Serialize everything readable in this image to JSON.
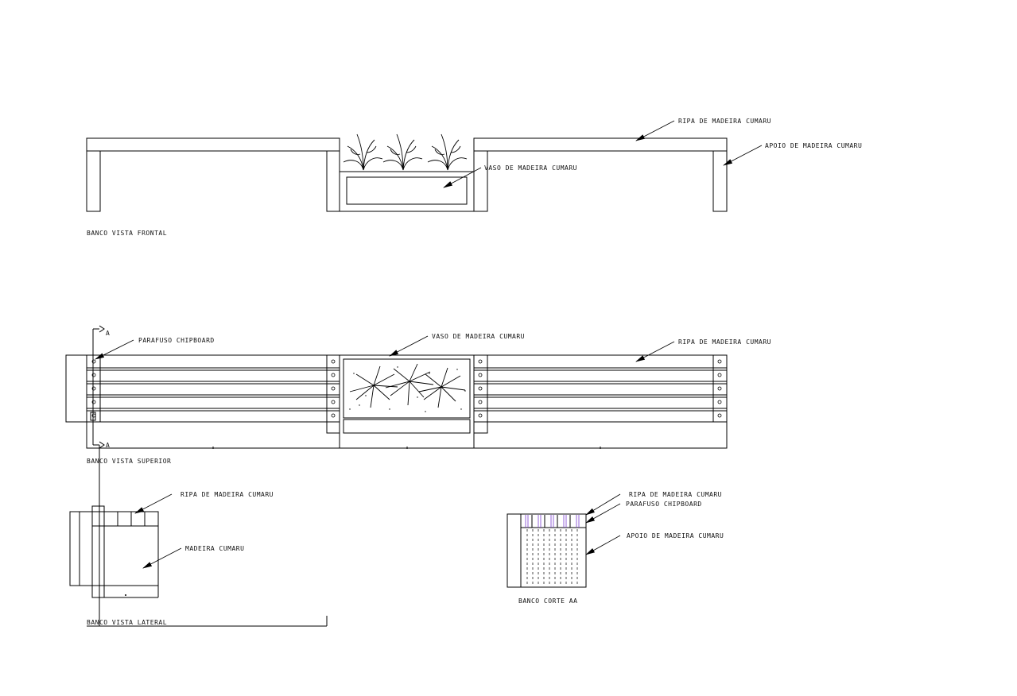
{
  "views": {
    "front": {
      "title": "BANCO VISTA FRONTAL"
    },
    "top": {
      "title": "BANCO VISTA SUPERIOR"
    },
    "side": {
      "title": "BANCO VISTA LATERAL"
    },
    "section": {
      "title": "BANCO CORTE AA"
    }
  },
  "labels": {
    "front_ripa": "RIPA DE MADEIRA CUMARU",
    "front_apoio": "APOIO DE MADEIRA CUMARU",
    "front_vaso": "VASO DE MADEIRA CUMARU",
    "top_parafuso": "PARAFUSO CHIPBOARD",
    "top_vaso": "VASO DE MADEIRA CUMARU",
    "top_ripa": "RIPA DE MADEIRA CUMARU",
    "side_ripa": "RIPA DE MADEIRA CUMARU",
    "side_madeira": "MADEIRA CUMARU",
    "section_ripa": "RIPA DE MADEIRA CUMARU",
    "section_parafuso": "PARAFUSO CHIPBOARD",
    "section_apoio": "APOIO DE MADEIRA CUMARU"
  },
  "section_marks": {
    "top": "A",
    "bottom": "A"
  }
}
